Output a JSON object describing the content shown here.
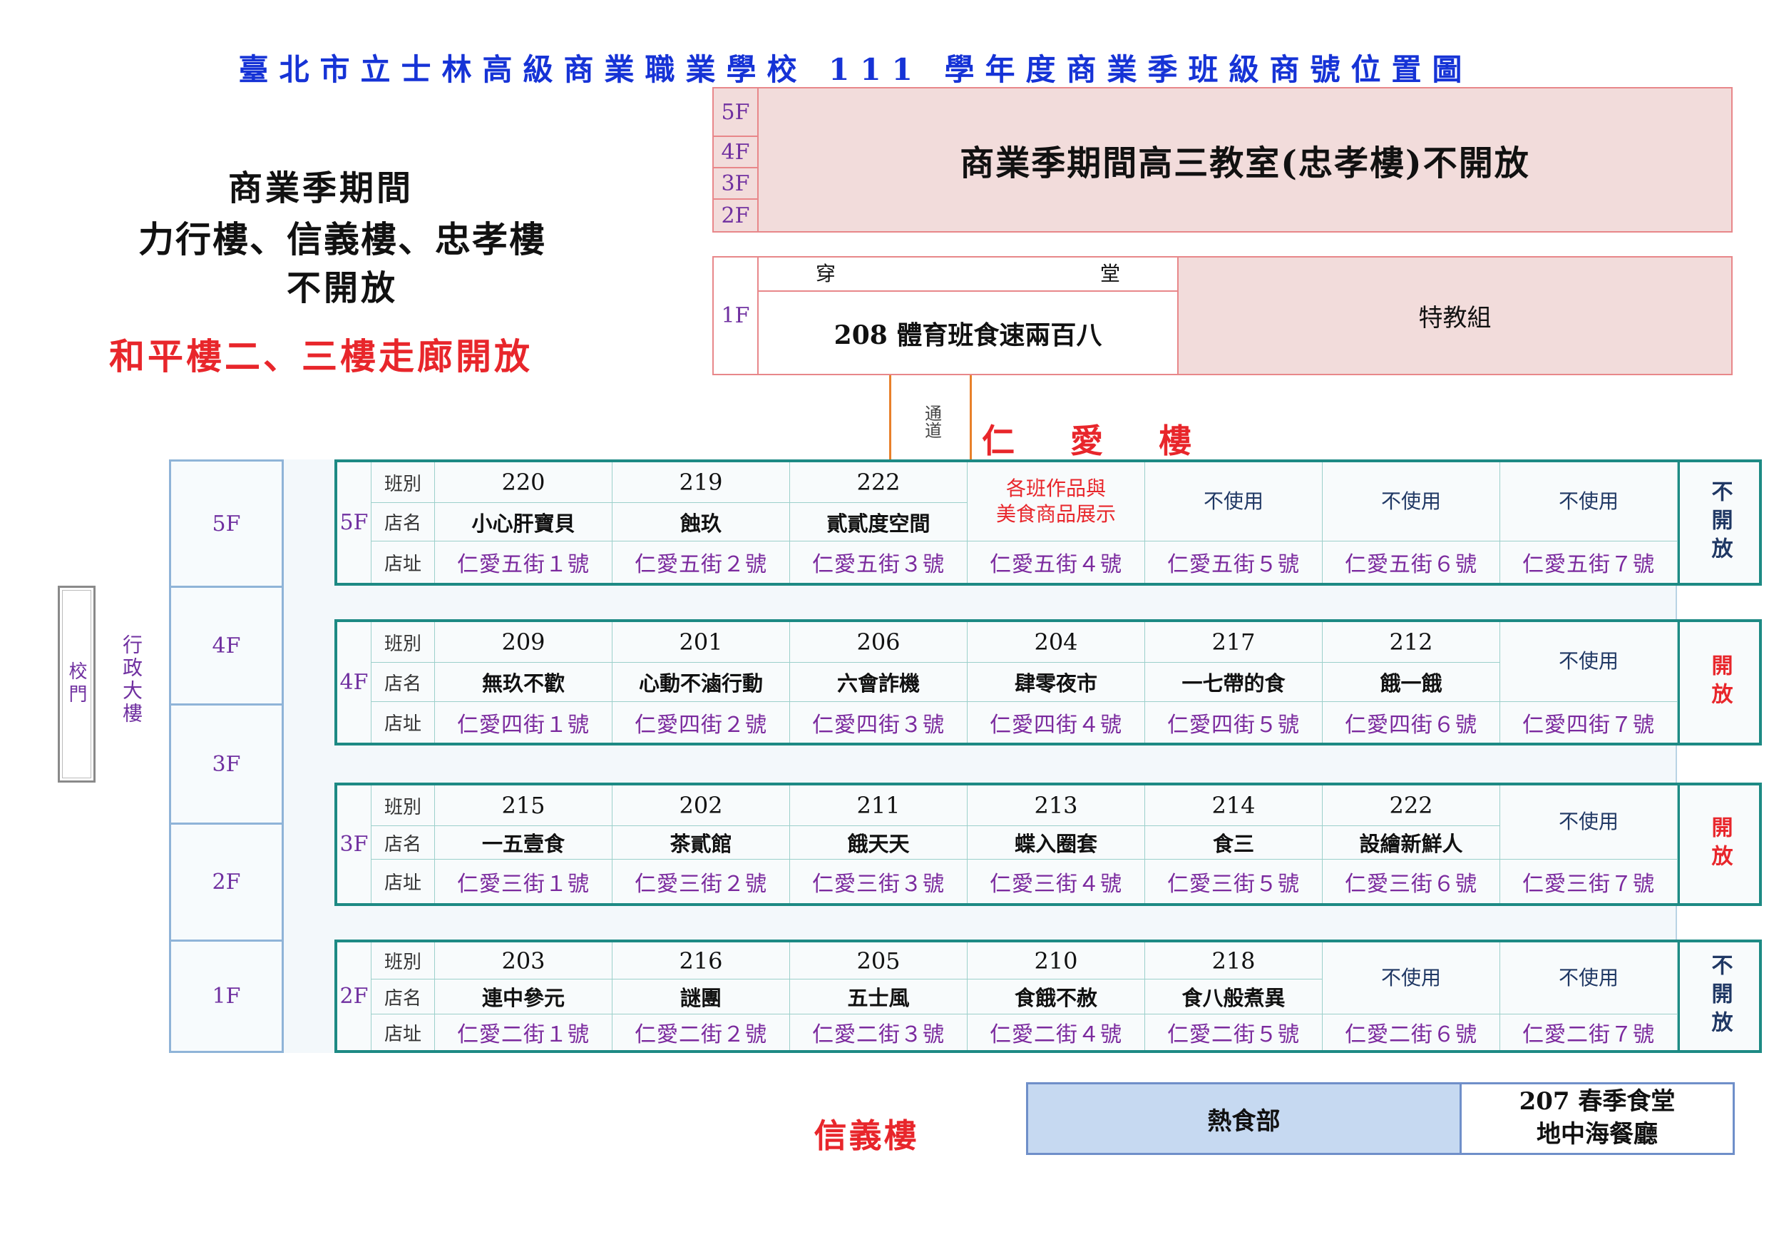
{
  "title": "臺北市立士林高級商業職業學校 111 學年度商業季班級商號位置圖",
  "colors": {
    "title": "#1633d6",
    "floor_label": "#7030a0",
    "address": "#7b2a9e",
    "red": "#e8262b",
    "pink_fill": "#f2dcdb",
    "table_border": "#1d8a84",
    "unused_text": "#203864",
    "hot_food_fill": "#c6d9f1"
  },
  "notice": {
    "line1": "商業季期間",
    "line2": "力行樓、信義樓、忠孝樓",
    "line3": "不開放",
    "open_note": "和平樓二、三樓走廊開放"
  },
  "zhongxiao": {
    "floors": [
      "5F",
      "4F",
      "3F",
      "2F"
    ],
    "closed_notice": "商業季期間高三教室(忠孝樓)不開放",
    "ground_floor": "1F",
    "hall": "穿堂",
    "class_208": "208 體育班食速兩百八",
    "special_ed": "特教組"
  },
  "passage": "通道",
  "renai_building": "仁愛樓",
  "admin": {
    "gate": "校門",
    "building": "行政大樓",
    "floors": [
      "5F",
      "4F",
      "3F",
      "2F",
      "1F"
    ]
  },
  "row_labels": {
    "class": "班別",
    "name": "店名",
    "address": "店址"
  },
  "renai_floors": [
    {
      "floor": "5F",
      "status": "不開放",
      "status_color": "#203864",
      "cells": [
        {
          "class": "220",
          "name": "小心肝寶貝",
          "address": "仁愛五街１號"
        },
        {
          "class": "219",
          "name": "蝕玖",
          "address": "仁愛五街２號"
        },
        {
          "class": "222",
          "name": "貳貳度空間",
          "address": "仁愛五街３號"
        },
        {
          "note_lines": [
            "各班作品與",
            "美食商品展示"
          ],
          "note_color": "#e8262b",
          "address": "仁愛五街４號"
        },
        {
          "note_lines": [
            "不使用"
          ],
          "address": "仁愛五街５號"
        },
        {
          "note_lines": [
            "不使用"
          ],
          "address": "仁愛五街６號"
        },
        {
          "note_lines": [
            "不使用"
          ],
          "address": "仁愛五街７號"
        }
      ]
    },
    {
      "floor": "4F",
      "status": "開放",
      "status_color": "#e8262b",
      "cells": [
        {
          "class": "209",
          "name": "無玖不歡",
          "address": "仁愛四街１號"
        },
        {
          "class": "201",
          "name": "心動不滷行動",
          "address": "仁愛四街２號"
        },
        {
          "class": "206",
          "name": "六會詐機",
          "address": "仁愛四街３號"
        },
        {
          "class": "204",
          "name": "肆零夜市",
          "address": "仁愛四街４號"
        },
        {
          "class": "217",
          "name": "一七帶的食",
          "address": "仁愛四街５號"
        },
        {
          "class": "212",
          "name": "餓一餓",
          "address": "仁愛四街６號"
        },
        {
          "note_lines": [
            "不使用"
          ],
          "address": "仁愛四街７號"
        }
      ]
    },
    {
      "floor": "3F",
      "status": "開放",
      "status_color": "#e8262b",
      "cells": [
        {
          "class": "215",
          "name": "一五壹食",
          "address": "仁愛三街１號"
        },
        {
          "class": "202",
          "name": "茶貳館",
          "address": "仁愛三街２號"
        },
        {
          "class": "211",
          "name": "餓天天",
          "address": "仁愛三街３號"
        },
        {
          "class": "213",
          "name": "蝶入圈套",
          "address": "仁愛三街４號"
        },
        {
          "class": "214",
          "name": "食三",
          "address": "仁愛三街５號"
        },
        {
          "class": "222",
          "name": "設繪新鮮人",
          "address": "仁愛三街６號"
        },
        {
          "note_lines": [
            "不使用"
          ],
          "address": "仁愛三街７號"
        }
      ]
    },
    {
      "floor": "2F",
      "status": "不開放",
      "status_color": "#203864",
      "cells": [
        {
          "class": "203",
          "name": "連中參元",
          "address": "仁愛二街１號"
        },
        {
          "class": "216",
          "name": "謎團",
          "address": "仁愛二街２號"
        },
        {
          "class": "205",
          "name": "五士風",
          "address": "仁愛二街３號"
        },
        {
          "class": "210",
          "name": "食餓不赦",
          "address": "仁愛二街４號"
        },
        {
          "class": "218",
          "name": "食八般煮異",
          "address": "仁愛二街５號"
        },
        {
          "note_lines": [
            "不使用"
          ],
          "address": "仁愛二街６號"
        },
        {
          "note_lines": [
            "不使用"
          ],
          "address": "仁愛二街７號"
        }
      ]
    }
  ],
  "xinyi": {
    "label": "信義樓",
    "hot_food": "熱食部",
    "cafeteria": [
      "207 春季食堂",
      "地中海餐廳"
    ]
  }
}
